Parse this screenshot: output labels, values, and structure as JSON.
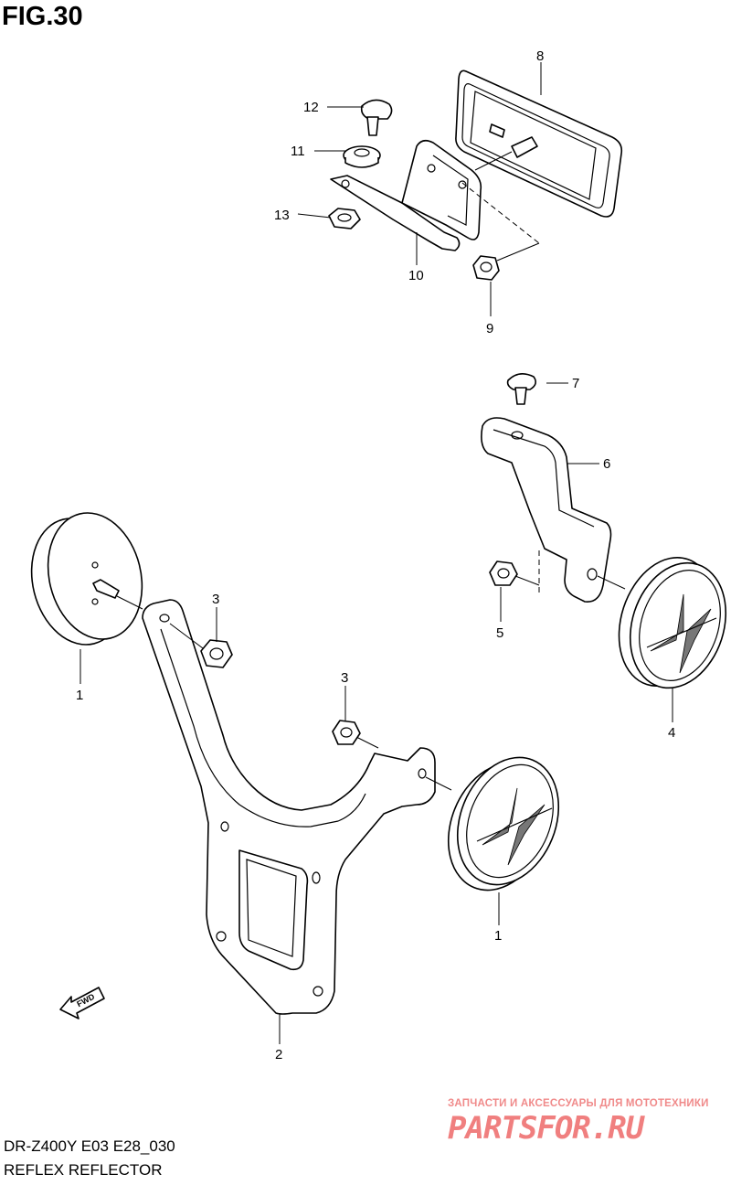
{
  "figure": {
    "title": "FIG.30"
  },
  "callouts": {
    "c1a": "1",
    "c1b": "1",
    "c2": "2",
    "c3a": "3",
    "c3b": "3",
    "c4": "4",
    "c5": "5",
    "c6": "6",
    "c7": "7",
    "c8": "8",
    "c9": "9",
    "c10": "10",
    "c11": "11",
    "c12": "12",
    "c13": "13"
  },
  "fwd_label": "FWD",
  "footer": {
    "model": "DR-Z400Y E03 E28_030",
    "title": "REFLEX REFLECTOR"
  },
  "watermark": {
    "tagline": "ЗАПЧАСТИ И АКСЕССУАРЫ ДЛЯ МОТОТЕХНИКИ",
    "logo": "PARTSFOR.RU"
  },
  "colors": {
    "line": "#000000",
    "background": "#ffffff",
    "watermark": "#f07f7f"
  }
}
